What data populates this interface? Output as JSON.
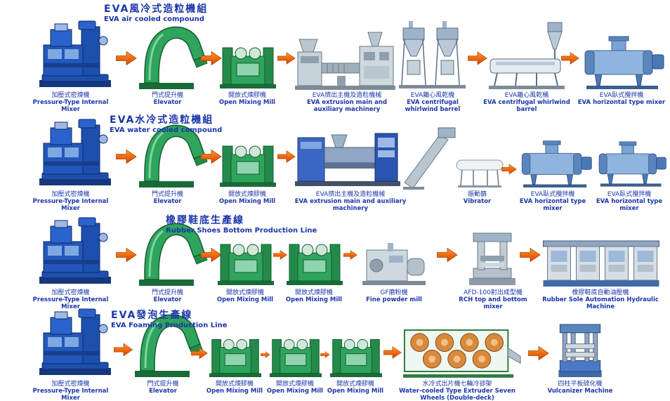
{
  "colors": {
    "label_blue": "#1b36aa",
    "arrow_orange": "#ef6a10",
    "machine_green": "#2fa45c",
    "machine_blue": "#2257bb"
  },
  "rows": [
    {
      "title_zh": "EVA風冷式造粒機組",
      "title_en": "EVA air cooled compound",
      "machines": [
        {
          "zh": "加壓式密煉機",
          "en": "Pressure-Type Internal Mixer"
        },
        {
          "zh": "門式提升機",
          "en": "Elevator"
        },
        {
          "zh": "開放式煉膠機",
          "en": "Open Mixing Mill"
        },
        {
          "zh": "EVA擠出主機及造粒機械",
          "en": "EVA extrusion main and auxiliary machinery"
        },
        {
          "zh": "EVA離心風乾機",
          "en": "EVA centrifugal whirlwind barrel"
        },
        {
          "zh": "EVA離心風乾桶",
          "en": "EVA centrifugal whirlwind barrel"
        },
        {
          "zh": "EVA臥式攪拌機",
          "en": "EVA horizontal type mixer"
        }
      ]
    },
    {
      "title_zh": "EVA水冷式造粒機組",
      "title_en": "EVA water cooled compound",
      "machines": [
        {
          "zh": "加壓式密煉機",
          "en": "Pressure-Type Internal Mixer"
        },
        {
          "zh": "門式提升機",
          "en": "Elevator"
        },
        {
          "zh": "開放式煉膠機",
          "en": "Open Mixing Mill"
        },
        {
          "zh": "EVA擠出主機及造粒機械",
          "en": "EVA extrusion main and auxiliary machinery"
        },
        {
          "zh": "振動篩",
          "en": "Vibrator"
        },
        {
          "zh": "EVA臥式攪拌機",
          "en": "EVA horizontal type mixer"
        },
        {
          "zh": "EVA臥式攪拌機",
          "en": "EVA horizontal type mixer"
        }
      ]
    },
    {
      "title_zh": "橡膠鞋底生產線",
      "title_en": "Rubber Shoes Bottom Production Line",
      "machines": [
        {
          "zh": "加壓式密煉機",
          "en": "Pressure-Type Internal Mixer"
        },
        {
          "zh": "門式提升機",
          "en": "Elevator"
        },
        {
          "zh": "開放式煉膠機",
          "en": "Open Mixing Mill"
        },
        {
          "zh": "開放式煉膠機",
          "en": "Open Mixing Mill"
        },
        {
          "zh": "GF磨粉機",
          "en": "Fine powder mill"
        },
        {
          "zh": "AFD-100射出成型機",
          "en": "RCH top and bottom mixer"
        },
        {
          "zh": "橡膠鞋底自動油壓機",
          "en": "Rubber Sole Automation Hydraulic Machine"
        }
      ]
    },
    {
      "title_zh": "EVA發泡生產線",
      "title_en": "EVA Foaming Production Line",
      "machines": [
        {
          "zh": "加壓式密煉機",
          "en": "Pressure-Type Internal Mixer"
        },
        {
          "zh": "門式提升機",
          "en": "Elevator"
        },
        {
          "zh": "開放式煉膠機",
          "en": "Open Mixing Mill"
        },
        {
          "zh": "開放式煉膠機",
          "en": "Open Mixing Mill"
        },
        {
          "zh": "開放式煉膠機",
          "en": "Open Mixing Mill"
        },
        {
          "zh": "水冷式出片機七輪冷卻架",
          "en": "Water-cooled Type Extruder Seven Wheels (Double-deck)"
        },
        {
          "zh": "四柱平板硫化機",
          "en": "Vulcanizer Machine"
        }
      ]
    }
  ]
}
